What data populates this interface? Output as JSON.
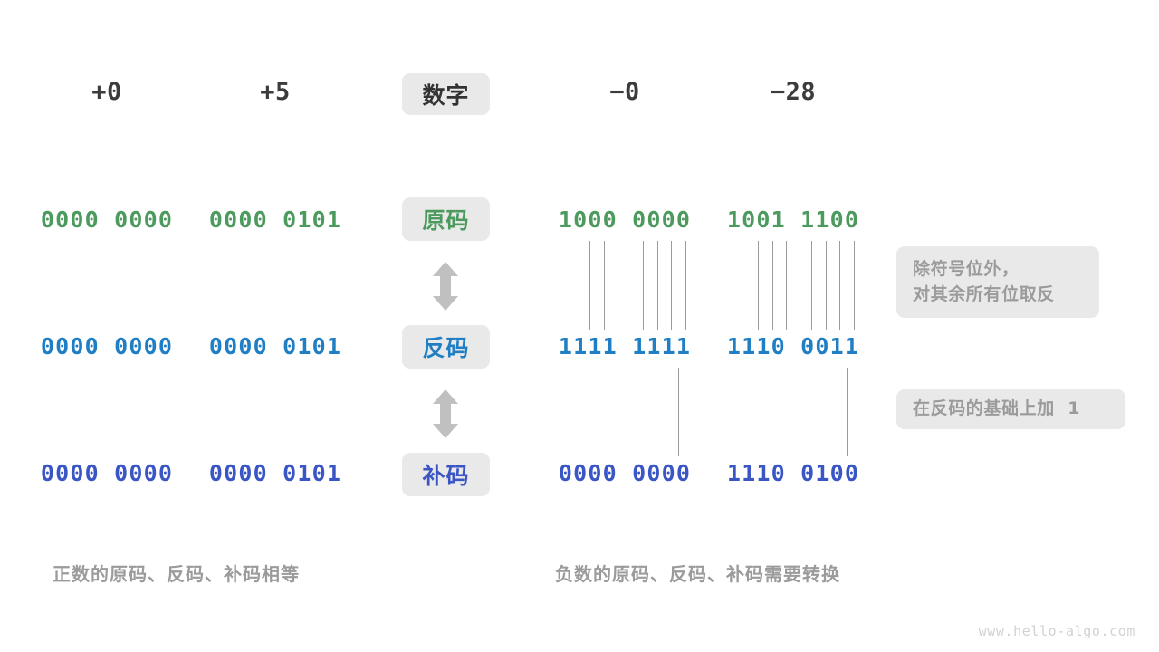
{
  "diagram": {
    "title_watermark": "www.hello-algo.com",
    "columns": {
      "headers": [
        "+0",
        "+5",
        "−0",
        "−28"
      ],
      "header_badge": "数字"
    },
    "rows": [
      {
        "badge": "原码",
        "color": "#4c9a5e",
        "values": [
          "0000 0000",
          "0000 0101",
          "1000 0000",
          "1001 1100"
        ]
      },
      {
        "badge": "反码",
        "color": "#1f7ec4",
        "values": [
          "0000 0000",
          "0000 0101",
          "1111 1111",
          "1110 0011"
        ]
      },
      {
        "badge": "补码",
        "color": "#3a56c5",
        "values": [
          "0000 0000",
          "0000 0101",
          "0000 0000",
          "1110 0100"
        ]
      }
    ],
    "notes": [
      {
        "line1": "除符号位外，",
        "line2": "对其余所有位取反"
      },
      {
        "line1": "在反码的基础上加  1"
      }
    ],
    "captions": {
      "left": "正数的原码、反码、补码相等",
      "right": "负数的原码、反码、补码需要转换"
    },
    "colors": {
      "sign_magnitude": "#4c9a5e",
      "ones_complement": "#1f7ec4",
      "twos_complement": "#3a56c5",
      "badge_bg": "#e9e9e9",
      "muted_text": "#9b9b9b",
      "connector_line": "#9a9a9a"
    }
  }
}
